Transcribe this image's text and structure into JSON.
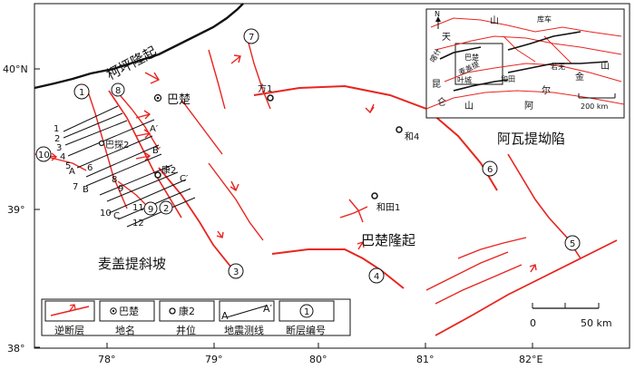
{
  "axes": {
    "lat_labels": [
      "40°N",
      "39°",
      "38°"
    ],
    "lon_labels": [
      "78°",
      "79°",
      "80°",
      "81°",
      "82°E"
    ]
  },
  "regions": {
    "keping": "柯坪隆起",
    "bachu_uplift": "巴楚隆起",
    "awati": "阿瓦提坳陷",
    "maigaiti": "麦盖提斜坡",
    "bachu_town": "巴楚"
  },
  "wells": {
    "fang1": "方1",
    "he4": "和4",
    "hetian1": "和田1",
    "kang2": "康2",
    "bantan2": "巴探2"
  },
  "line_labels": {
    "A": "A",
    "A_prime": "A′",
    "B": "B",
    "B_prime": "B′",
    "C": "C",
    "C_prime": "C′",
    "numbers": [
      "1",
      "2",
      "3",
      "4",
      "5",
      "6",
      "7",
      "8",
      "9",
      "10",
      "11",
      "12"
    ]
  },
  "fault_numbers": [
    "1",
    "2",
    "3",
    "4",
    "5",
    "6",
    "7",
    "8",
    "9",
    "10"
  ],
  "legend": {
    "thrust": "逆断层",
    "place": "地名",
    "place_sample": "巴楚",
    "well": "井位",
    "well_sample": "康2",
    "seismic": "地震测线",
    "seismic_a": "A",
    "seismic_a_prime": "A′",
    "fault_id": "断层编号",
    "fault_id_sample": "1"
  },
  "scale": {
    "zero": "0",
    "length": "50 km"
  },
  "inset": {
    "north": "N",
    "tian": "天",
    "shan": "山",
    "kuche": "库车",
    "kashi": "喀什",
    "bachu": "巴楚",
    "maigaiti": "麦盖提",
    "yecheng": "叶城",
    "hetian": "和田",
    "ruoqiang": "若羌",
    "kun": "昆",
    "lun": "仑",
    "shan2": "山",
    "er": "尔",
    "a": "阿",
    "jin": "金",
    "shan3": "山",
    "scale": "200 km"
  },
  "colors": {
    "fault": "#e8251f",
    "frame": "#111111",
    "inset_fault": "#e8251f"
  }
}
